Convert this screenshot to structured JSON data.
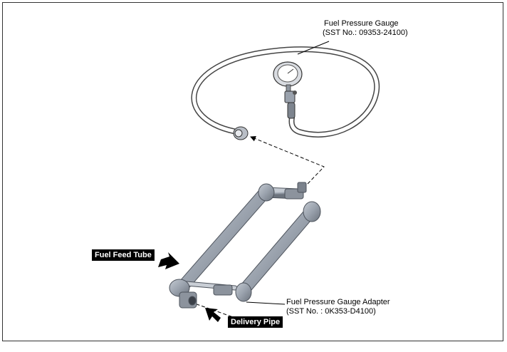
{
  "labels": {
    "gauge_title": "Fuel Pressure Gauge",
    "gauge_sst": "(SST No.: 09353-24100)",
    "adapter_title": "Fuel Pressure Gauge Adapter",
    "adapter_sst": "(SST No. : 0K353-D4100)",
    "fuel_feed_tube": "Fuel Feed Tube",
    "delivery_pipe": "Delivery Pipe"
  },
  "colors": {
    "pipe": "#9aa2ad",
    "pipe_dark": "#5f6670",
    "callout_bg": "#000000"
  }
}
